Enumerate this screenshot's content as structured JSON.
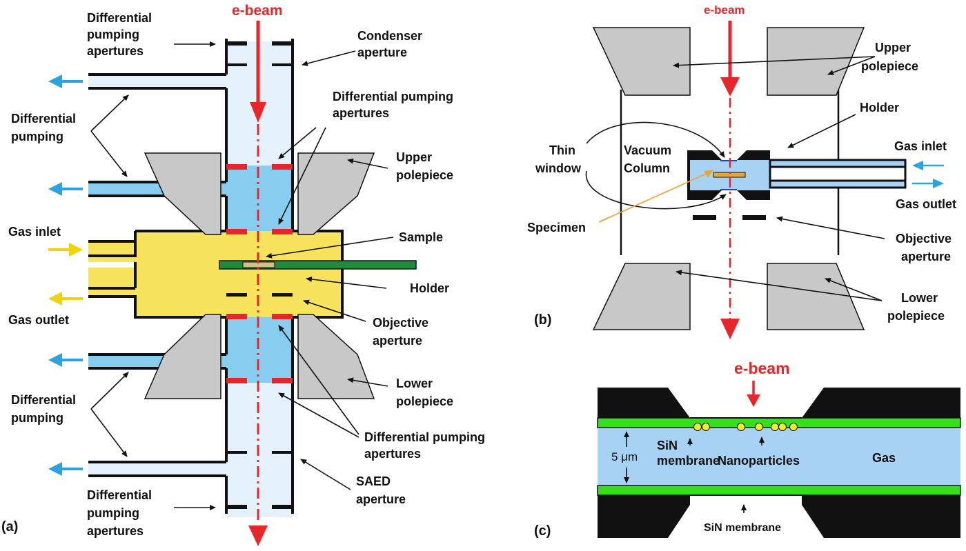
{
  "panel_a": {
    "tag": "(a)",
    "ebeam": "e-beam",
    "labels": {
      "diff_pumping_apertures_top_1": "Differential",
      "diff_pumping_apertures_top_2": "pumping",
      "diff_pumping_apertures_top_3": "apertures",
      "condenser_1": "Condenser",
      "condenser_2": "aperture",
      "dpa_mid_1": "Differential pumping",
      "dpa_mid_2": "apertures",
      "diff_pumping_top_1": "Differential",
      "diff_pumping_top_2": "pumping",
      "upper_pole_1": "Upper",
      "upper_pole_2": "polepiece",
      "gas_inlet": "Gas inlet",
      "sample": "Sample",
      "holder": "Holder",
      "gas_outlet": "Gas outlet",
      "objective_1": "Objective",
      "objective_2": "aperture",
      "lower_pole_1": "Lower",
      "lower_pole_2": "polepiece",
      "diff_pumping_bot_1": "Differential",
      "diff_pumping_bot_2": "pumping",
      "dpa_low_1": "Differential pumping",
      "dpa_low_2": "apertures",
      "saed_1": "SAED",
      "saed_2": "aperture",
      "diff_pumping_apertures_bot_1": "Differential",
      "diff_pumping_apertures_bot_2": "pumping",
      "diff_pumping_apertures_bot_3": "apertures"
    }
  },
  "panel_b": {
    "tag": "(b)",
    "ebeam": "e-beam",
    "labels": {
      "upper_pole_1": "Upper",
      "upper_pole_2": "polepiece",
      "holder": "Holder",
      "thin_1": "Thin",
      "thin_2": "window",
      "vacuum_1": "Vacuum",
      "vacuum_2": "Column",
      "gas_inlet": "Gas inlet",
      "gas_outlet": "Gas outlet",
      "specimen": "Specimen",
      "objective_1": "Objective",
      "objective_2": "aperture",
      "lower_pole_1": "Lower",
      "lower_pole_2": "polepiece"
    }
  },
  "panel_c": {
    "tag": "(c)",
    "ebeam": "e-beam",
    "labels": {
      "sin_1": "SiN",
      "sin_2": "membrane",
      "nanoparticles": "Nanoparticles",
      "gas": "Gas",
      "thickness": "5 μm",
      "sin_bottom": "SiN membrane"
    }
  },
  "colors": {
    "beam": "#e8262a",
    "vacuum": "#e6f2fb",
    "pumped": "#86cdf0",
    "gas": "#f8e45c",
    "pole": "#c8c8c8",
    "holder": "#1e8a3c",
    "membrane": "#33e01a",
    "gas_c": "#a8d2f4",
    "nanoparticle": "#f4ee2a",
    "arrow_blue": "#2aa3e0",
    "arrow_yellow": "#f2d20a",
    "specimen": "#e8a63a"
  }
}
